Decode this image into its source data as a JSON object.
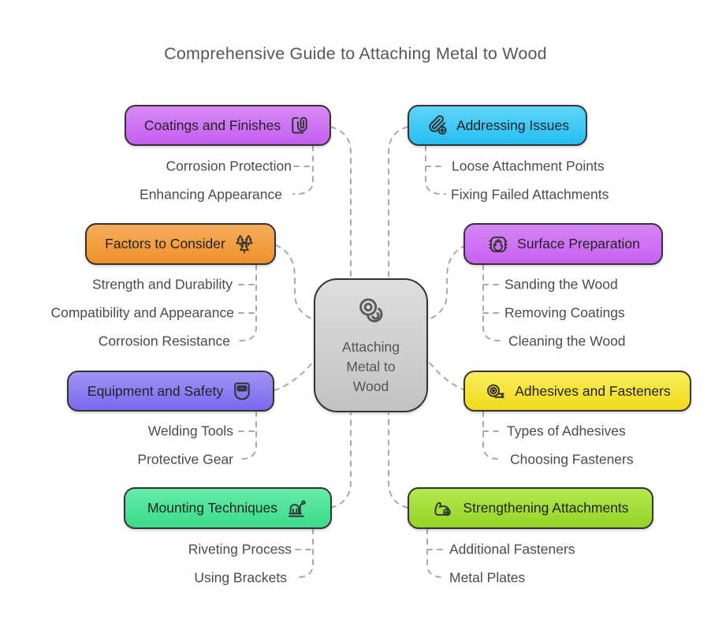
{
  "title": "Comprehensive Guide to Attaching Metal to Wood",
  "connector_color": "#a9a9a9",
  "center": {
    "label": "Attaching Metal to Wood",
    "line1": "Attaching",
    "line2": "Metal to",
    "line3": "Wood",
    "icon": "overlapping-washers-icon",
    "color_top": "#dedede",
    "color_bottom": "#c2c2c2"
  },
  "branches": [
    {
      "label": "Coatings and Finishes",
      "icon": "paperclip-document-icon",
      "color_top": "#d98bf5",
      "color_bottom": "#c35ef0",
      "children": [
        "Corrosion Protection",
        "Enhancing Appearance"
      ]
    },
    {
      "label": "Addressing Issues",
      "icon": "paperclip-plus-icon",
      "color_top": "#5fd5f9",
      "color_bottom": "#25bdf3",
      "children": [
        "Loose Attachment Points",
        "Fixing Failed Attachments"
      ]
    },
    {
      "label": "Factors to Consider",
      "icon": "pine-trees-icon",
      "color_top": "#f7ad5c",
      "color_bottom": "#ef902b",
      "children": [
        "Strength and Durability",
        "Compatibility and Appearance",
        "Corrosion Resistance"
      ]
    },
    {
      "label": "Surface Preparation",
      "icon": "hand-scan-icon",
      "color_top": "#d685f5",
      "color_bottom": "#c761f0",
      "children": [
        "Sanding the Wood",
        "Removing Coatings",
        "Cleaning the Wood"
      ]
    },
    {
      "label": "Equipment and Safety",
      "icon": "welding-helmet-icon",
      "color_top": "#a194f4",
      "color_bottom": "#7b69ef",
      "children": [
        "Welding Tools",
        "Protective Gear"
      ]
    },
    {
      "label": "Adhesives and Fasteners",
      "icon": "tape-roll-icon",
      "color_top": "#f9ee5e",
      "color_bottom": "#f1da1a",
      "children": [
        "Types of Adhesives",
        "Choosing Fasteners"
      ]
    },
    {
      "label": "Mounting Techniques",
      "icon": "riveting-machine-icon",
      "color_top": "#65eda9",
      "color_bottom": "#3bd989",
      "children": [
        "Riveting Process",
        "Using Brackets"
      ]
    },
    {
      "label": "Strengthening Attachments",
      "icon": "bicep-arrow-icon",
      "color_top": "#b5e94f",
      "color_bottom": "#94d425",
      "children": [
        "Additional Fasteners",
        "Metal Plates"
      ]
    }
  ]
}
